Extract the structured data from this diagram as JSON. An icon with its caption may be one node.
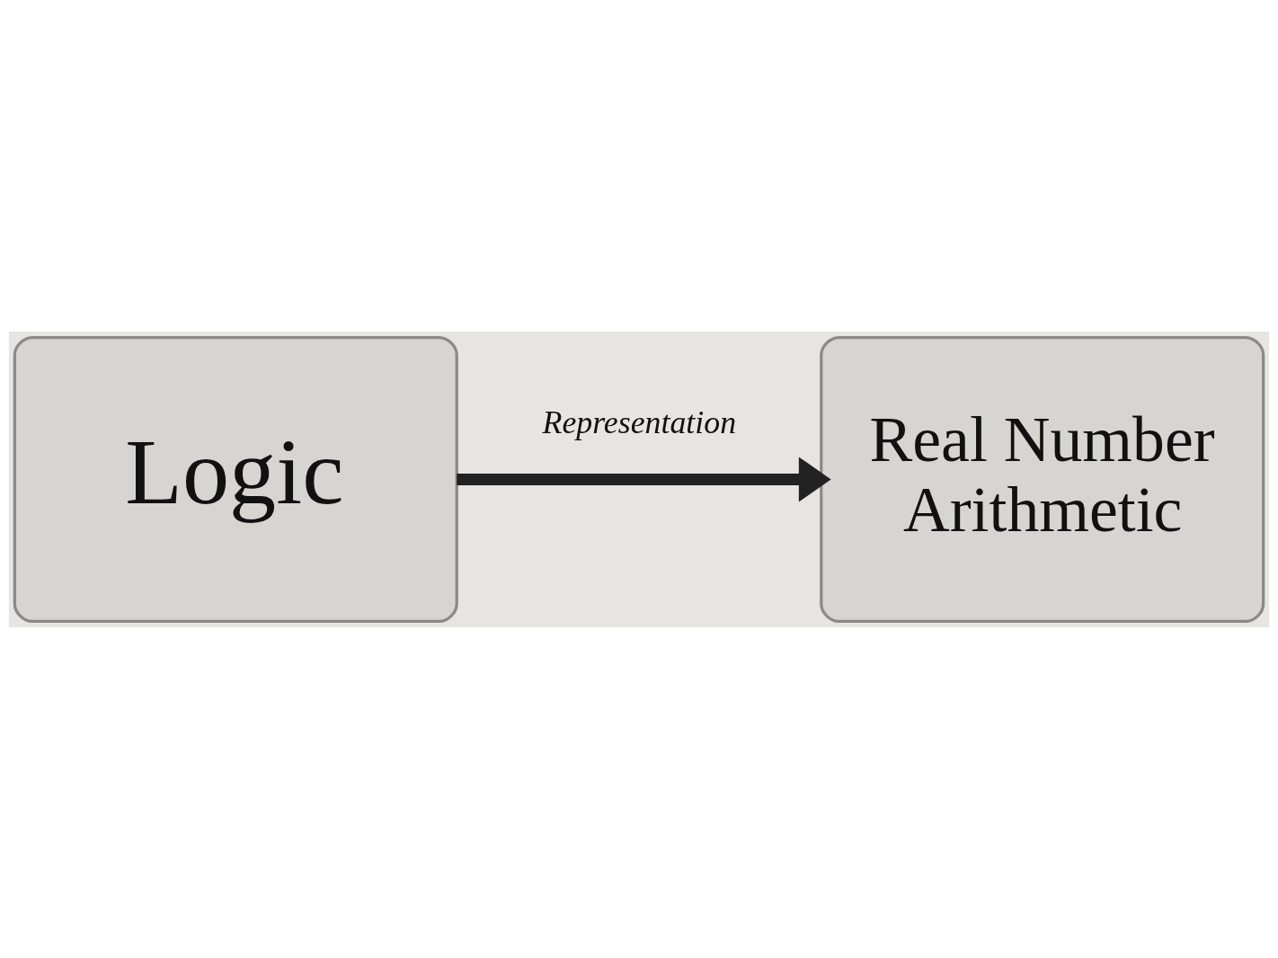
{
  "diagram": {
    "nodes": [
      {
        "text": [
          "Logic"
        ]
      },
      {
        "text": [
          "Real Number Arithmetic"
        ]
      }
    ],
    "edges": [
      {
        "from": 0,
        "to": 1,
        "arrow": "to",
        "label": "Representation"
      }
    ]
  }
}
